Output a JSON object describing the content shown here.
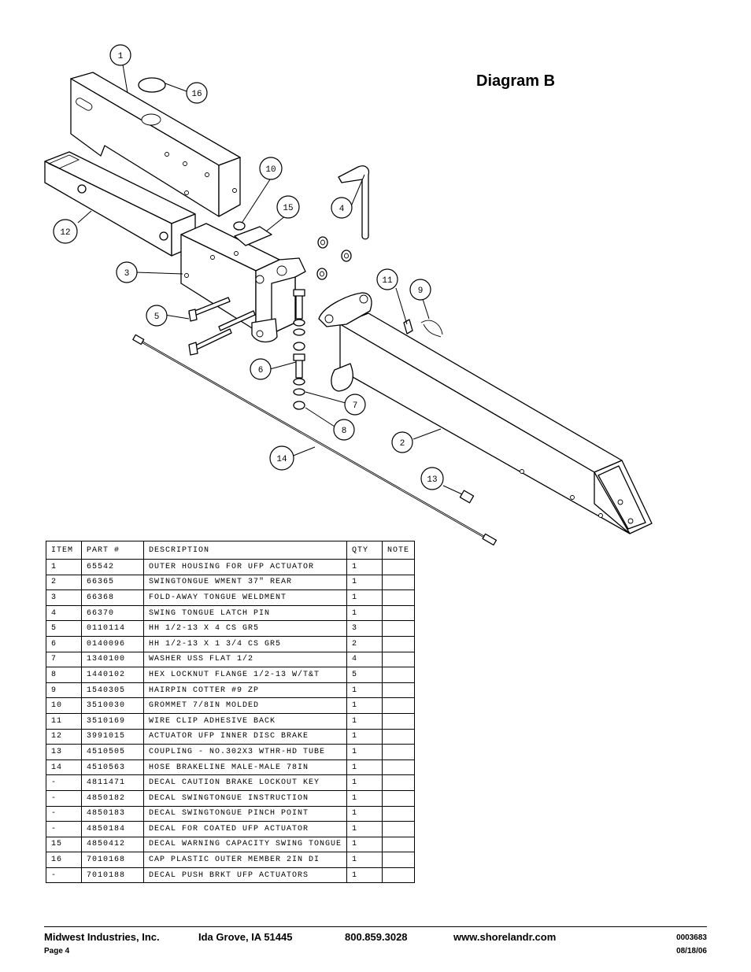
{
  "diagram": {
    "title": "Diagram B",
    "callouts": [
      "1",
      "2",
      "3",
      "4",
      "5",
      "6",
      "7",
      "8",
      "9",
      "10",
      "11",
      "12",
      "13",
      "14",
      "15",
      "16"
    ]
  },
  "parts_table": {
    "headers": {
      "item": "ITEM",
      "part": "PART #",
      "description": "DESCRIPTION",
      "qty": "QTY",
      "note": "NOTE"
    },
    "rows": [
      {
        "item": "1",
        "part": "65542",
        "description": "OUTER HOUSING FOR UFP ACTUATOR",
        "qty": "1",
        "note": ""
      },
      {
        "item": "2",
        "part": "66365",
        "description": "SWINGTONGUE WMENT 37\" REAR",
        "qty": "1",
        "note": ""
      },
      {
        "item": "3",
        "part": "66368",
        "description": "FOLD-AWAY TONGUE WELDMENT",
        "qty": "1",
        "note": ""
      },
      {
        "item": "4",
        "part": "66370",
        "description": "SWING TONGUE LATCH PIN",
        "qty": "1",
        "note": ""
      },
      {
        "item": "5",
        "part": "0110114",
        "description": "HH 1/2-13 X 4 CS GR5",
        "qty": "3",
        "note": ""
      },
      {
        "item": "6",
        "part": "0140096",
        "description": "HH 1/2-13 X 1 3/4 CS GR5",
        "qty": "2",
        "note": ""
      },
      {
        "item": "7",
        "part": "1340100",
        "description": "WASHER USS FLAT 1/2",
        "qty": "4",
        "note": ""
      },
      {
        "item": "8",
        "part": "1440102",
        "description": "HEX LOCKNUT FLANGE 1/2-13 W/T&T",
        "qty": "5",
        "note": ""
      },
      {
        "item": "9",
        "part": "1540305",
        "description": "HAIRPIN COTTER #9 ZP",
        "qty": "1",
        "note": ""
      },
      {
        "item": "10",
        "part": "3510030",
        "description": "GROMMET  7/8IN MOLDED",
        "qty": "1",
        "note": ""
      },
      {
        "item": "11",
        "part": "3510169",
        "description": "WIRE CLIP   ADHESIVE BACK",
        "qty": "1",
        "note": ""
      },
      {
        "item": "12",
        "part": "3991015",
        "description": "ACTUATOR UFP INNER  DISC BRAKE",
        "qty": "1",
        "note": ""
      },
      {
        "item": "13",
        "part": "4510505",
        "description": "COUPLING - NO.302X3 WTHR-HD TUBE",
        "qty": "1",
        "note": ""
      },
      {
        "item": "14",
        "part": "4510563",
        "description": "HOSE BRAKELINE MALE-MALE 78IN",
        "qty": "1",
        "note": ""
      },
      {
        "item": "-",
        "part": "4811471",
        "description": "DECAL CAUTION BRAKE LOCKOUT KEY",
        "qty": "1",
        "note": ""
      },
      {
        "item": "-",
        "part": "4850182",
        "description": "DECAL SWINGTONGUE INSTRUCTION",
        "qty": "1",
        "note": ""
      },
      {
        "item": "-",
        "part": "4850183",
        "description": "DECAL SWINGTONGUE PINCH POINT",
        "qty": "1",
        "note": ""
      },
      {
        "item": "-",
        "part": "4850184",
        "description": "DECAL FOR COATED UFP ACTUATOR",
        "qty": "1",
        "note": ""
      },
      {
        "item": "15",
        "part": "4850412",
        "description": "DECAL WARNING CAPACITY SWING TONGUE",
        "qty": "1",
        "note": ""
      },
      {
        "item": "16",
        "part": "7010168",
        "description": "CAP  PLASTIC OUTER MEMBER 2IN DI",
        "qty": "1",
        "note": ""
      },
      {
        "item": "-",
        "part": "7010188",
        "description": "DECAL PUSH BRKT UFP ACTUATORS",
        "qty": "1",
        "note": ""
      }
    ]
  },
  "footer": {
    "company": "Midwest Industries, Inc.",
    "address": "Ida Grove, IA  51445",
    "phone": "800.859.3028",
    "website": "www.shorelandr.com",
    "doc_number": "0003683",
    "page": "Page 4",
    "date": "08/18/06"
  }
}
